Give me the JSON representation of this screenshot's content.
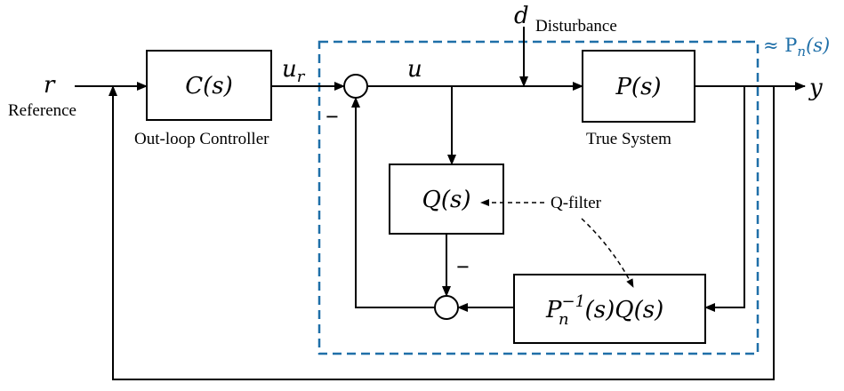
{
  "signals": {
    "r": "r",
    "reference": "Reference",
    "u_r_base": "u",
    "u_r_sub": "r",
    "u": "u",
    "d": "d",
    "disturbance": "Disturbance",
    "y": "y",
    "minus_top": "−",
    "minus_bottom": "−"
  },
  "blocks": {
    "controller": {
      "label": "C(s)",
      "caption": "Out-loop Controller"
    },
    "plant": {
      "label": "P(s)",
      "caption": "True System"
    },
    "qfilter": {
      "label": "Q(s)",
      "caption": "Q-filter"
    },
    "inverse": {
      "label_base": "P",
      "label_sub": "n",
      "label_sup": "−1",
      "label_rest": "(s)Q(s)"
    }
  },
  "approx": {
    "prefix": "≈ P",
    "sub": "n",
    "suffix": "(s)",
    "color": "#1f6fa8"
  }
}
